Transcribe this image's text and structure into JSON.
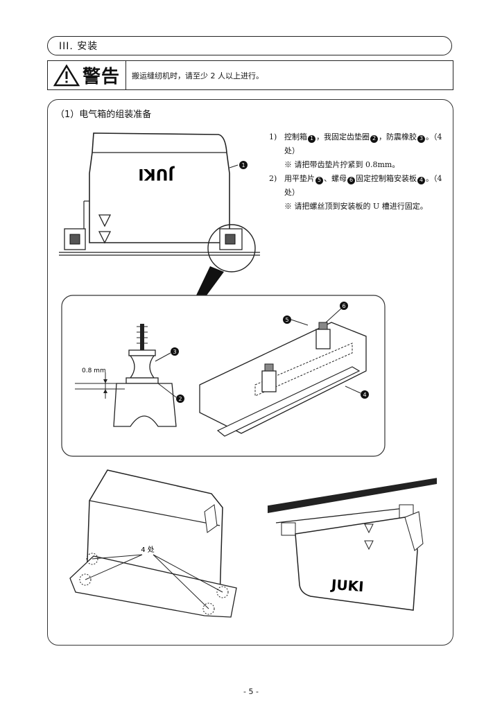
{
  "section": {
    "title": "III. 安装"
  },
  "warning": {
    "title": "警告",
    "text": "搬运缝纫机时，请至少 2 人以上进行。"
  },
  "subsection": {
    "title": "（1）电气箱的组装准备"
  },
  "steps": [
    {
      "num": "1)",
      "parts": [
        "控制箱",
        "，我固定齿垫圈",
        "，防震橡胶",
        "。（4 处）"
      ],
      "callouts": [
        "1",
        "2",
        "3"
      ],
      "note": "※ 请把带齿垫片拧紧到 0.8mm。"
    },
    {
      "num": "2)",
      "parts": [
        "用平垫片",
        "、螺母",
        "固定控制箱安装板",
        "。（4 处）"
      ],
      "callouts": [
        "5",
        "6",
        "4"
      ],
      "note": "※ 请把螺丝顶到安装板的 U 槽进行固定。"
    }
  ],
  "figure1": {
    "brand": "JUKI",
    "callout": "1"
  },
  "figure2": {
    "dimension": "0.8 mm",
    "callouts": [
      "3",
      "2"
    ]
  },
  "figure3": {
    "callouts": [
      "6",
      "5",
      "4"
    ]
  },
  "figure4": {
    "label": "4 处"
  },
  "figure5": {
    "brand": "JUKI"
  },
  "footer": {
    "page_number": "- 5 -"
  }
}
